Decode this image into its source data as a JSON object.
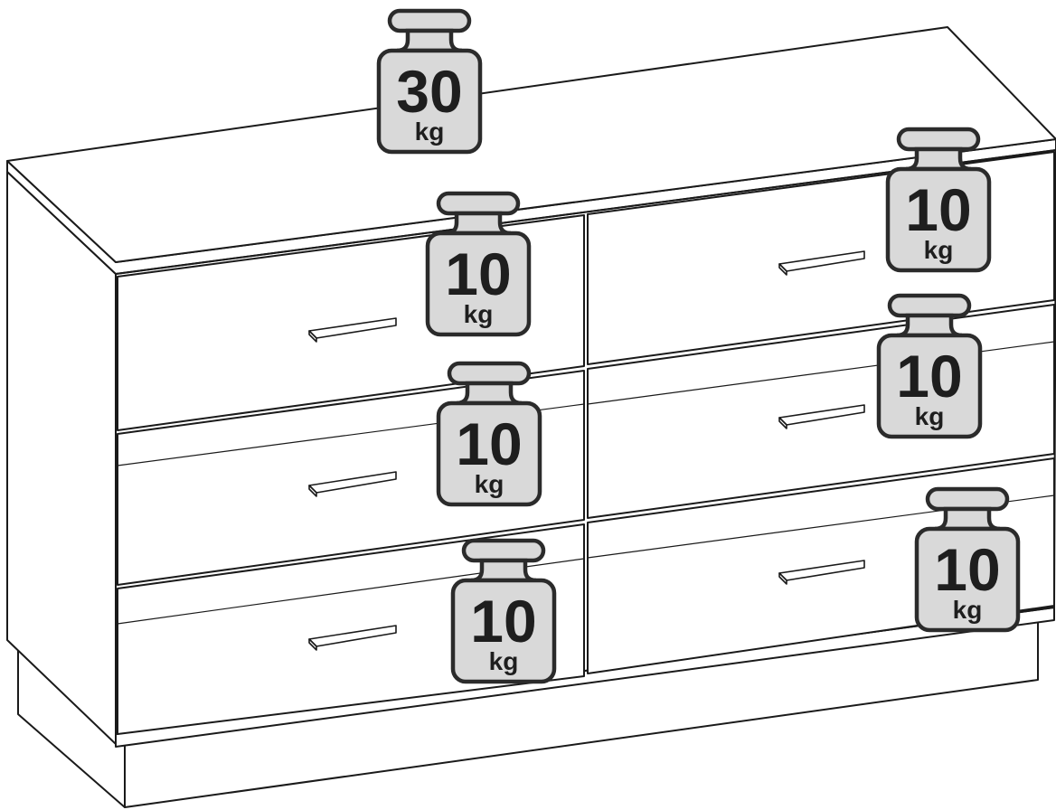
{
  "weights": [
    {
      "id": "top",
      "value": "30",
      "unit": "kg"
    },
    {
      "id": "left-drawer-1",
      "value": "10",
      "unit": "kg"
    },
    {
      "id": "left-drawer-2",
      "value": "10",
      "unit": "kg"
    },
    {
      "id": "left-drawer-3",
      "value": "10",
      "unit": "kg"
    },
    {
      "id": "right-drawer-1",
      "value": "10",
      "unit": "kg"
    },
    {
      "id": "right-drawer-2",
      "value": "10",
      "unit": "kg"
    },
    {
      "id": "right-drawer-3",
      "value": "10",
      "unit": "kg"
    }
  ],
  "colors": {
    "line": "#1a1a1a",
    "weight_fill": "#d9d9d9",
    "weight_stroke": "#2b2b2b",
    "background": "#ffffff"
  }
}
